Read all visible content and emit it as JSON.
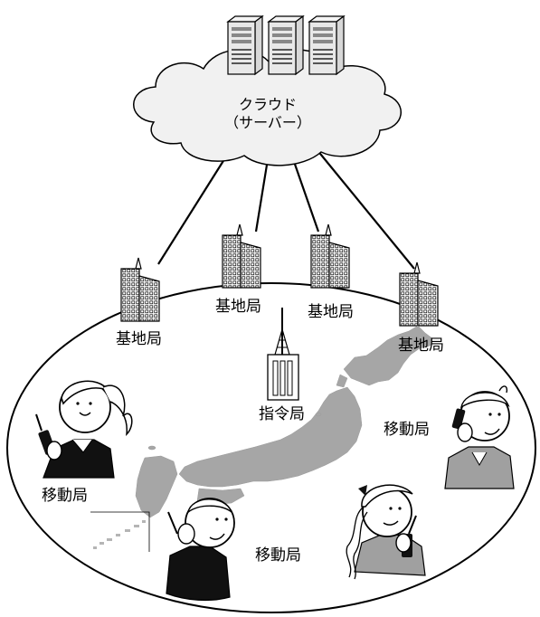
{
  "cloud": {
    "line1": "クラウド",
    "line2": "（サーバー）"
  },
  "labels": {
    "base_station": "基地局",
    "command_station": "指令局",
    "mobile_station": "移動局"
  },
  "colors": {
    "stroke": "#000000",
    "cloud_fill": "#f1f1f1",
    "map_fill": "#a6a6a6",
    "shirt_gray": "#a0a0a0",
    "shirt_black": "#111111"
  }
}
